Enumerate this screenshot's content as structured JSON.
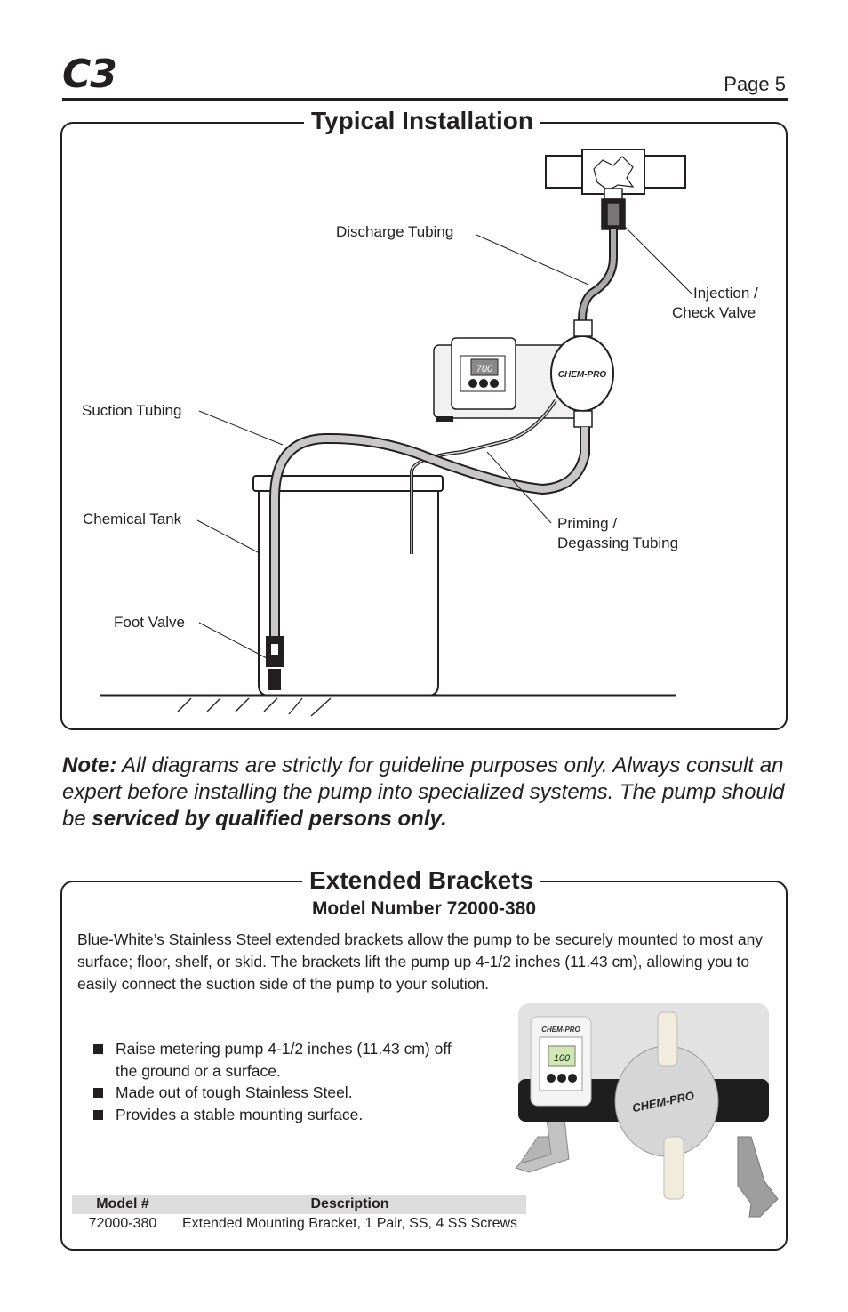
{
  "header": {
    "logo": "C3",
    "page": "Page 5"
  },
  "installation": {
    "title": "Typical Installation",
    "labels": {
      "discharge_tubing": "Discharge Tubing",
      "injection_line1": "Injection /",
      "injection_line2": "Check Valve",
      "suction_tubing": "Suction Tubing",
      "chemical_tank": "Chemical Tank",
      "priming_line1": "Priming /",
      "priming_line2": "Degassing Tubing",
      "foot_valve": "Foot Valve"
    },
    "pump_brand": "CHEM-PRO",
    "display_value": "700"
  },
  "note": {
    "label": "Note:",
    "text": " All diagrams are strictly for guideline purposes only.  Always consult an expert before installing the pump into specialized systems.  The pump should be ",
    "emphasis": "serviced by qualified persons only."
  },
  "brackets": {
    "title": "Extended Brackets",
    "model_heading": "Model Number 72000-380",
    "description": "Blue-White’s Stainless Steel extended brackets allow the pump to be securely mounted to most any surface; floor, shelf, or skid. The brackets lift the pump up 4-1/2 inches (11.43 cm), allowing you to easily connect the suction side of the pump to your solution.",
    "features": [
      "Raise metering pump 4-1/2 inches (11.43 cm) off the ground or a surface.",
      "Made out of tough Stainless Steel.",
      "Provides a stable mounting surface."
    ],
    "table": {
      "headers": [
        "Model #",
        "Description"
      ],
      "rows": [
        [
          "72000-380",
          "Extended Mounting Bracket, 1 Pair, SS, 4 SS Screws"
        ]
      ]
    },
    "photo_brand": "CHEM-PRO",
    "photo_display": "100"
  }
}
